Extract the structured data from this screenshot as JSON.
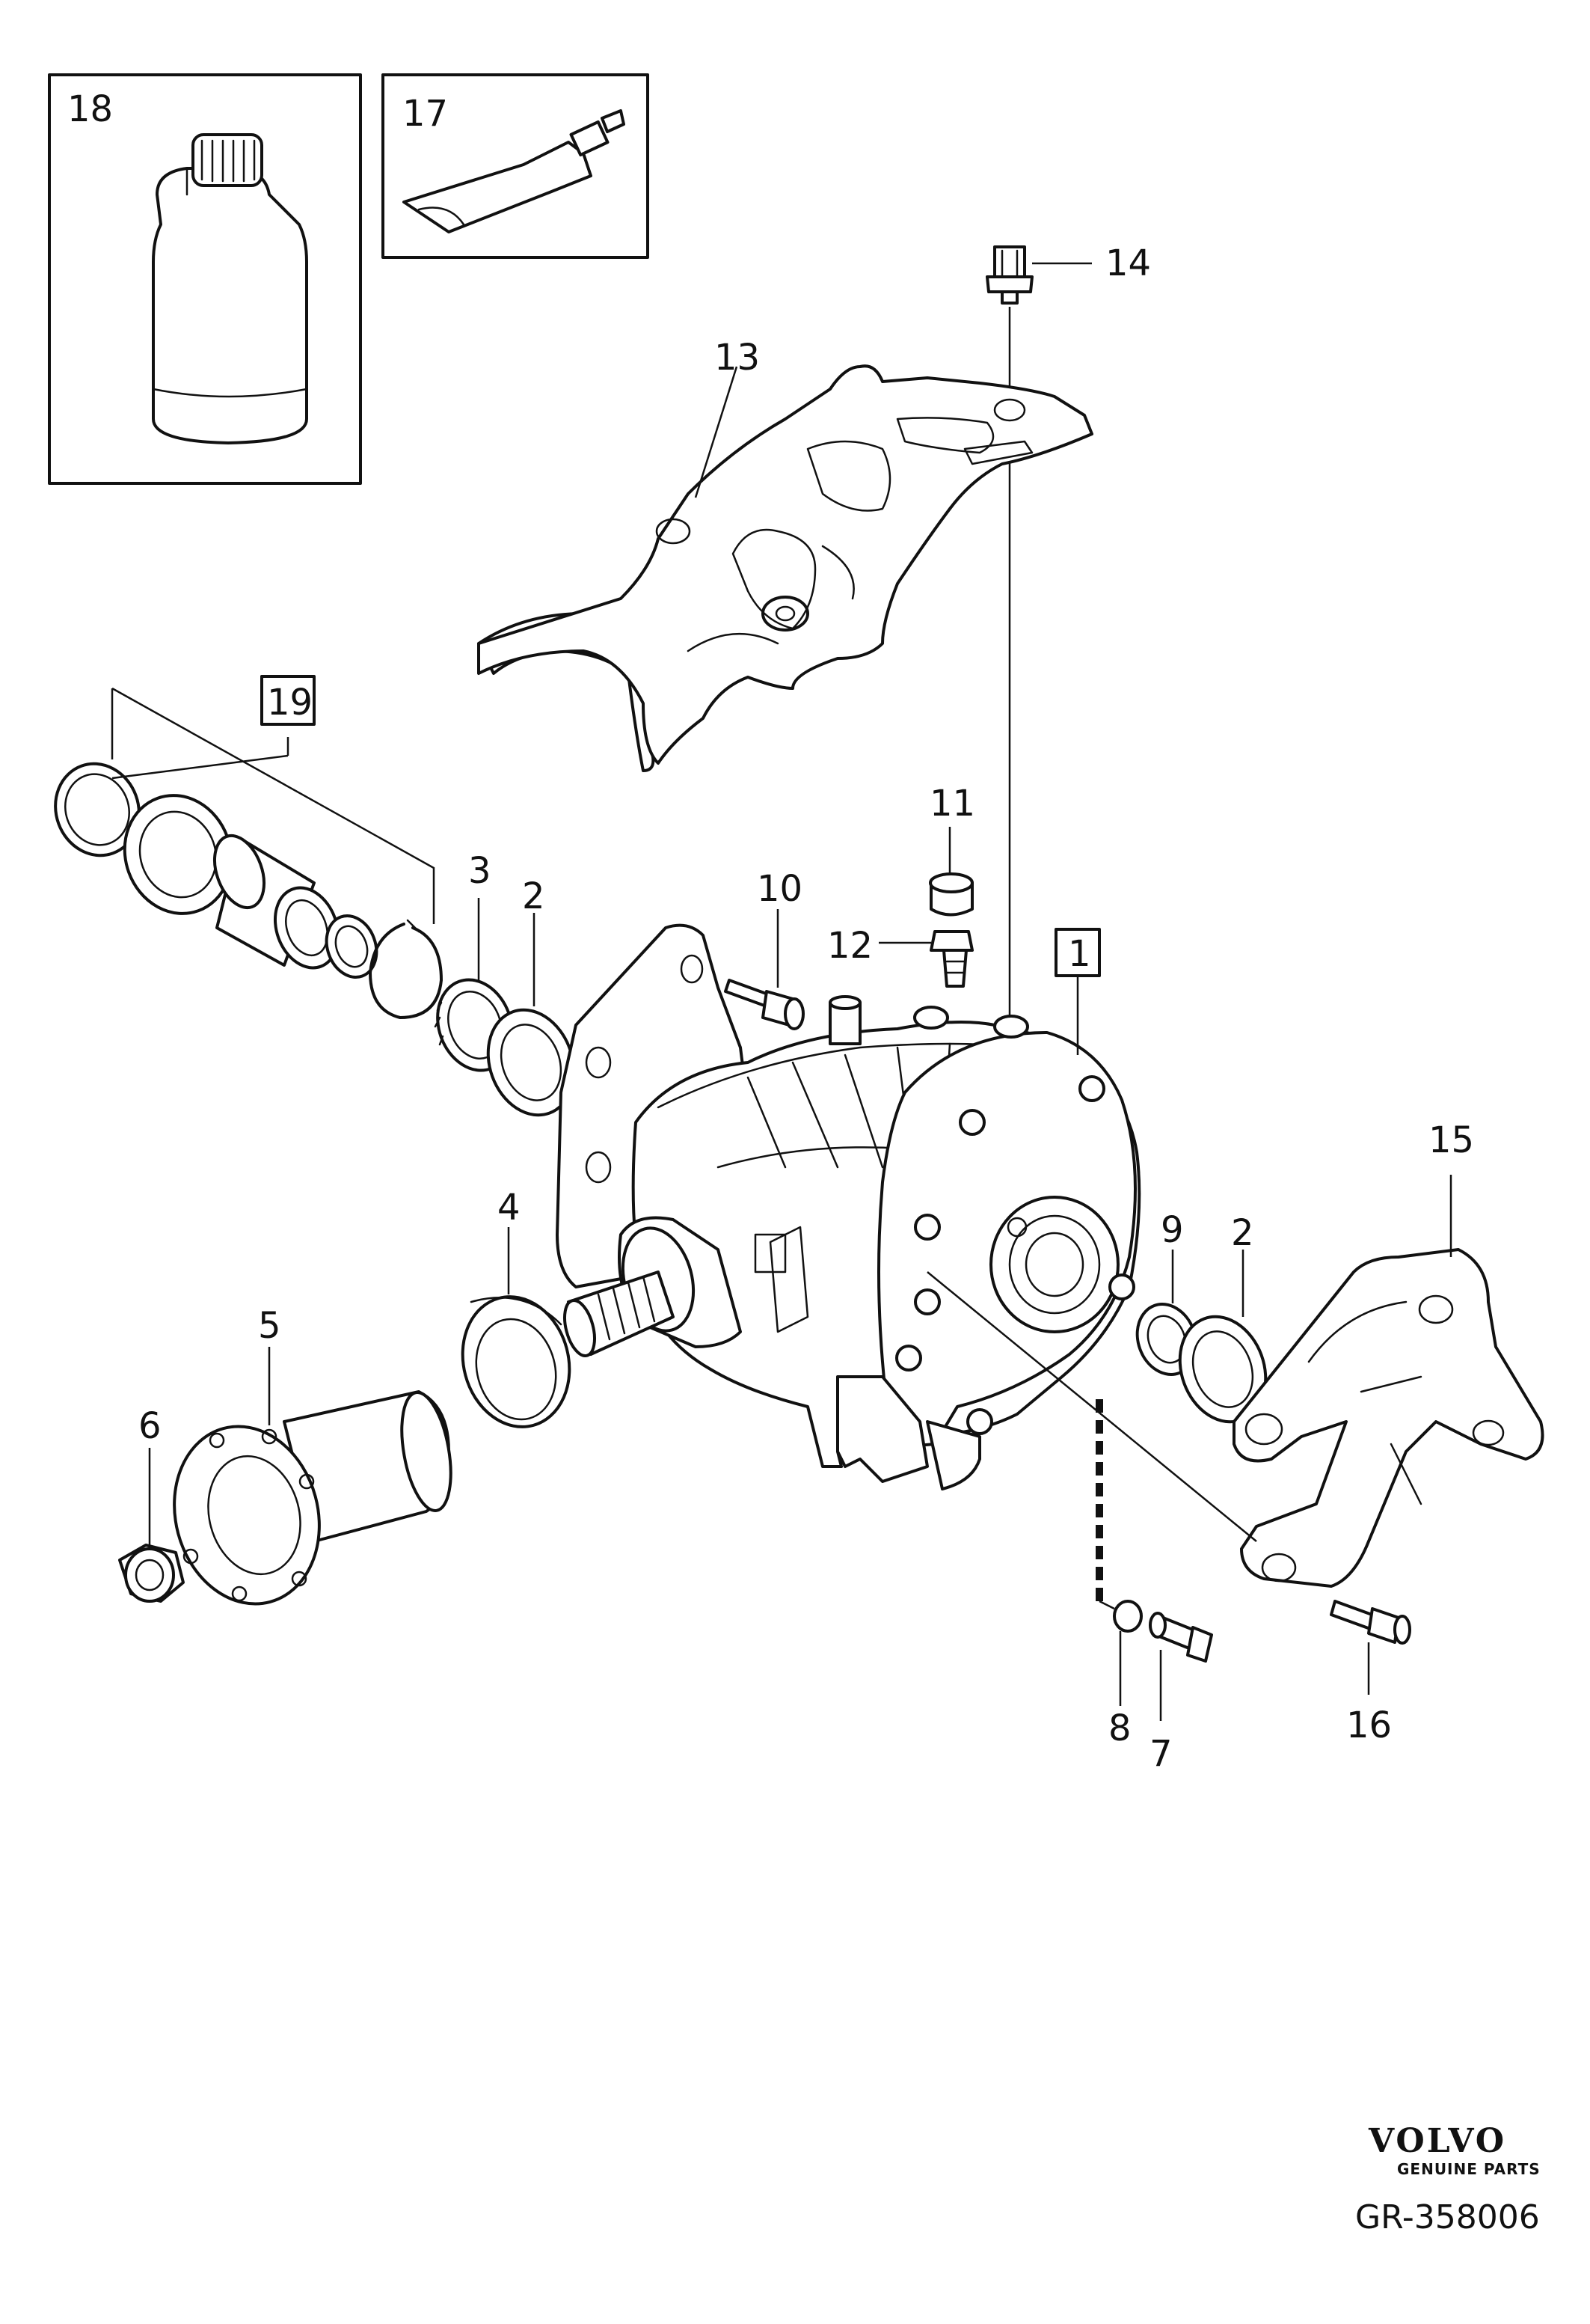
{
  "callouts": {
    "c1": "1",
    "c2a": "2",
    "c2b": "2",
    "c3": "3",
    "c4": "4",
    "c5": "5",
    "c6": "6",
    "c7": "7",
    "c8": "8",
    "c9": "9",
    "c10": "10",
    "c11": "11",
    "c12": "12",
    "c13": "13",
    "c14": "14",
    "c15": "15",
    "c16": "16",
    "c17": "17",
    "c18": "18",
    "c19": "19"
  },
  "footer": {
    "brand": "VOLVO",
    "brand_sub": "GENUINE PARTS",
    "code": "GR-358006"
  }
}
